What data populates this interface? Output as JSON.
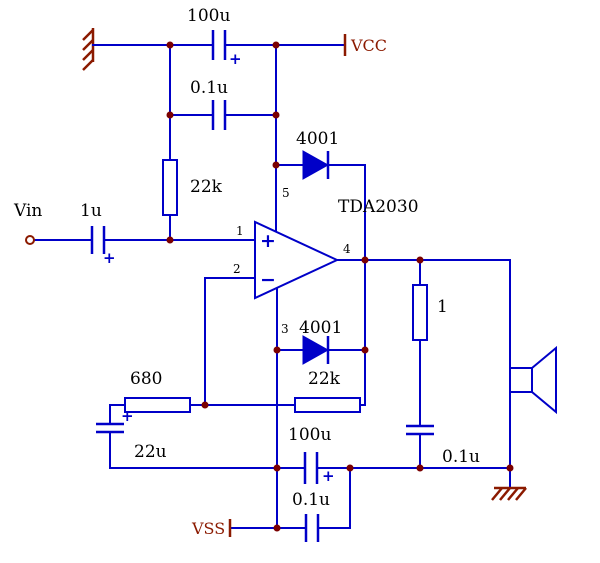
{
  "schematic": {
    "type": "circuit-diagram",
    "ic": {
      "part": "TDA2030",
      "plus": "+",
      "minus": "−",
      "pins": {
        "p1": "1",
        "p2": "2",
        "p3": "3",
        "p4": "4",
        "p5": "5"
      }
    },
    "power": {
      "vcc": "VCC",
      "vss": "VSS"
    },
    "input": {
      "label": "Vin"
    },
    "polarity_mark": "+",
    "components": {
      "c1": {
        "value": "100u",
        "polarized": true
      },
      "c2": {
        "value": "0.1u",
        "polarized": false
      },
      "r1": {
        "value": "22k"
      },
      "c3": {
        "value": "1u",
        "polarized": true
      },
      "d1": {
        "value": "4001"
      },
      "d2": {
        "value": "4001"
      },
      "r2": {
        "value": "680"
      },
      "r3": {
        "value": "22k"
      },
      "c4": {
        "value": "22u",
        "polarized": true
      },
      "c5": {
        "value": "100u",
        "polarized": true
      },
      "c6": {
        "value": "0.1u",
        "polarized": false
      },
      "c7": {
        "value": "0.1u",
        "polarized": false
      },
      "r4": {
        "value": "1"
      }
    },
    "colors": {
      "wire": "#0000c8",
      "junction": "#7a0000",
      "power_terminal": "#8b1a00",
      "label": "#000000",
      "background": "#ffffff"
    }
  }
}
